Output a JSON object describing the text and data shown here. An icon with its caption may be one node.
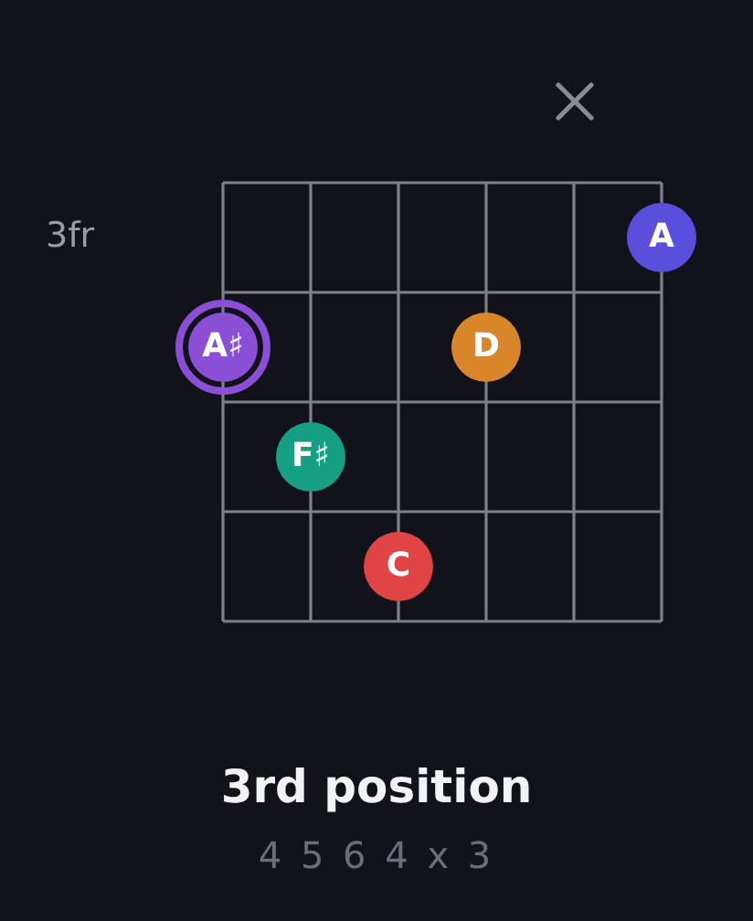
{
  "diagram": {
    "title": "3rd position",
    "caption": "4 5 6 4 x 3",
    "nodes": [
      {
        "text": [
          "A"
        ]
      },
      {
        "text": [
          "A♯"
        ]
      },
      {
        "text": [
          "D"
        ]
      },
      {
        "text": [
          "F♯"
        ]
      },
      {
        "text": [
          "C"
        ]
      }
    ],
    "labels": [
      "3fr"
    ]
  }
}
